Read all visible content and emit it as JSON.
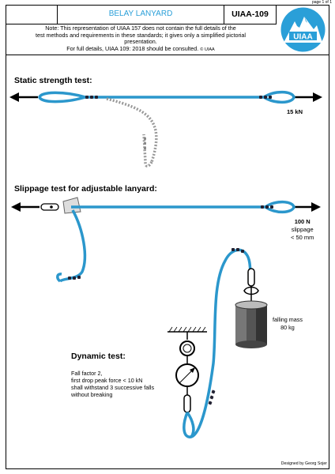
{
  "page_label": "page 1 of 1",
  "header": {
    "title": "BELAY LANYARD",
    "standard": "UIAA-109",
    "logo_text": "UIAA"
  },
  "note": {
    "line1": "Note: This representation of UIAA 157 does not contain the full details of the",
    "line2": "test methods and requirements in these standards; it gives only a simplified pictorial",
    "line3": "presentation.",
    "line4": "For full details, UIAA 109: 2018 should be consulted.",
    "copyright": "© UIAA"
  },
  "static_test": {
    "heading": "Static strength test:",
    "force": "15 kN"
  },
  "slippage_test": {
    "heading": "Slippage test for adjustable lanyard:",
    "force": "100 N",
    "line2": "slippage",
    "line3": "< 50 mm"
  },
  "mass": {
    "label": "falling mass",
    "value": "80 kg"
  },
  "dynamic_test": {
    "heading": "Dynamic test:",
    "line1": "Fall factor 2,",
    "line2": "first drop peak force < 10 kN",
    "line3": "shall withstand 3 successive falls",
    "line4": "without breaking"
  },
  "credit": "Designed by Georg Sojer",
  "colors": {
    "rope": "#2b97cc",
    "title": "#2a9fd8",
    "logo": "#2a9fd8"
  }
}
